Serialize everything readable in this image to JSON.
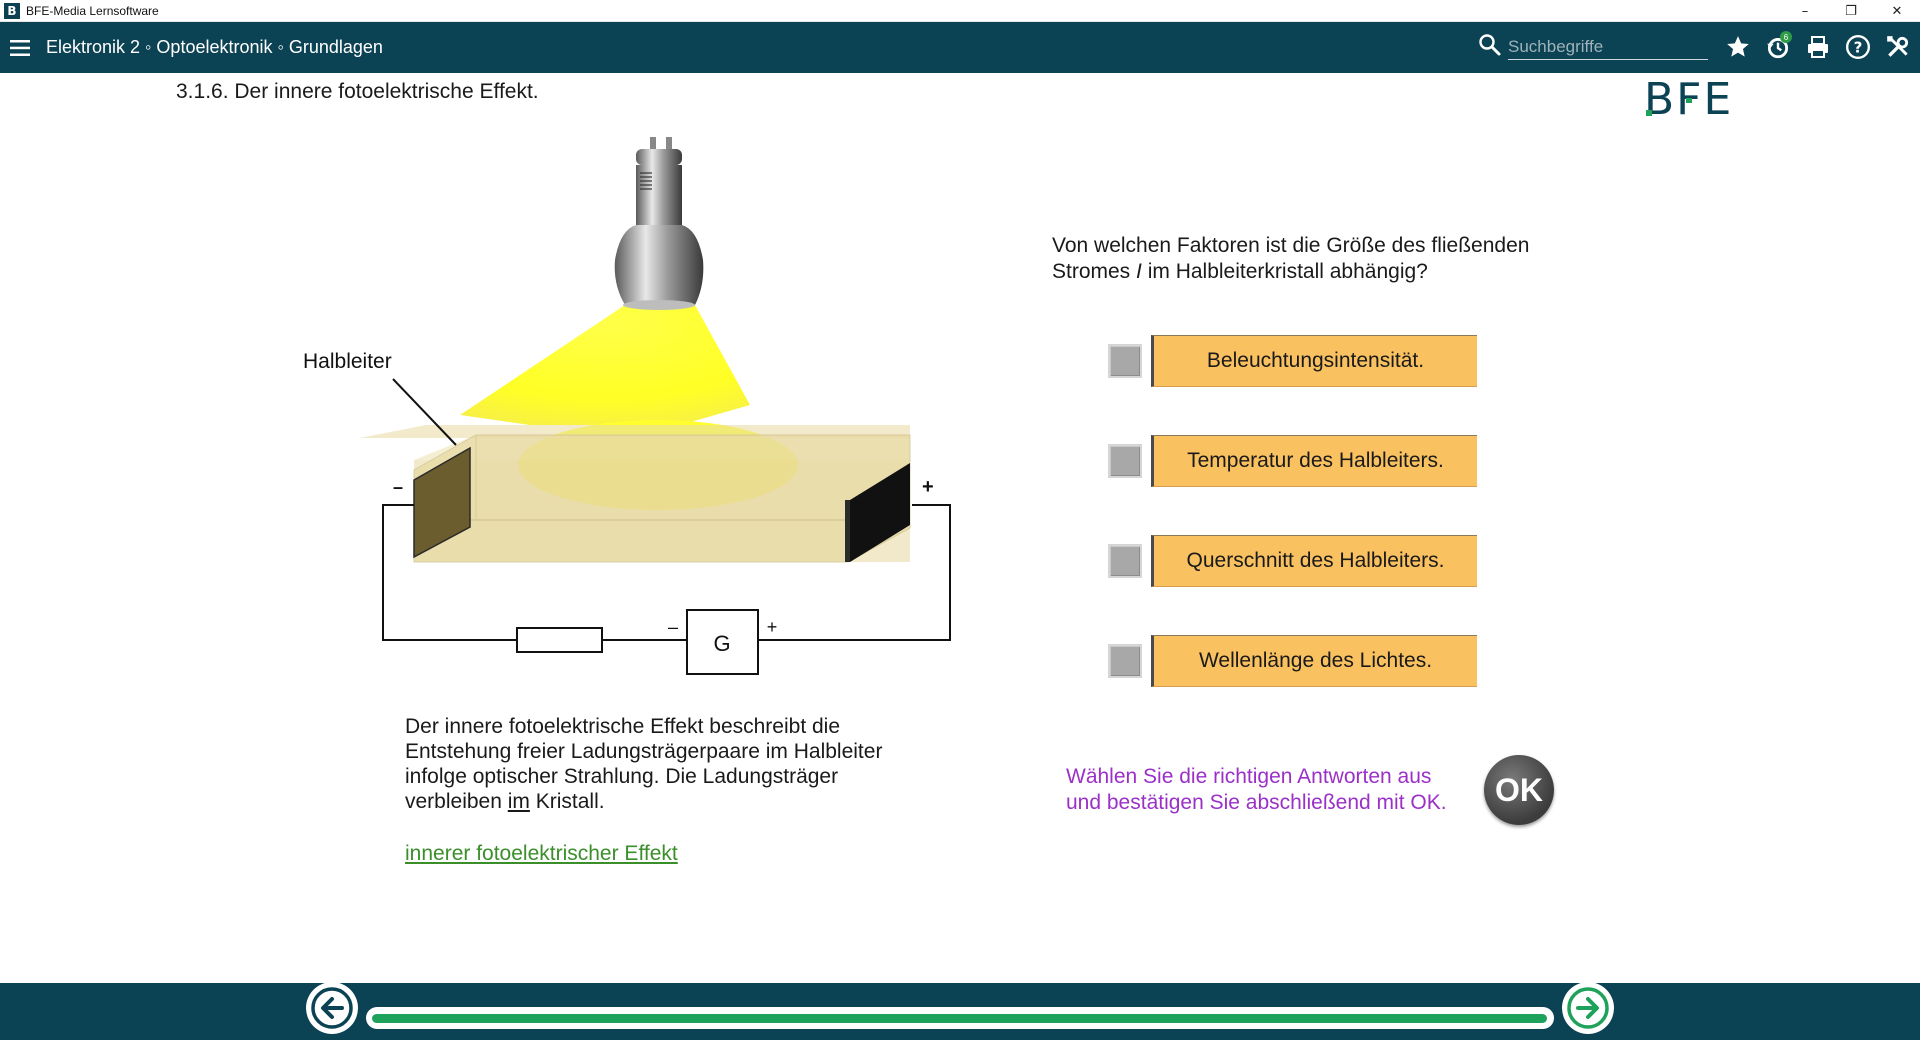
{
  "window": {
    "title": "BFE-Media Lernsoftware",
    "icon": "B",
    "minimize": "–",
    "restore": "❐",
    "close": "✕"
  },
  "header": {
    "breadcrumb": "Elektronik 2 ◦ Optoelektronik ◦ Grundlagen",
    "search": {
      "placeholder": "Suchbegriffe",
      "value": ""
    },
    "update_badge": "6"
  },
  "page": {
    "title": "3.1.6. Der innere fotoelektrische Effekt.",
    "logo_text": "BFE"
  },
  "diagram": {
    "label_semiconductor": "Halbleiter",
    "minus_left": "–",
    "plus_right": "+",
    "generator_label": "G",
    "gen_minus": "–",
    "gen_plus": "+"
  },
  "description": {
    "line1": "Der innere fotoelektrische Effekt beschreibt die",
    "line2": "Entstehung freier Ladungsträgerpaare im Halbleiter",
    "line3": "infolge optischer Strahlung. Die Ladungsträger",
    "line4_pre": "verbleiben ",
    "line4_u": "im",
    "line4_post": " Kristall.",
    "link": "innerer fotoelektrischer Effekt"
  },
  "question": {
    "line1": "Von welchen Faktoren ist die Größe des fließenden",
    "line2_pre": "Stromes ",
    "line2_var": "I",
    "line2_post": " im Halbleiterkristall abhängig?"
  },
  "answers": [
    {
      "label": "Beleuchtungsintensität.",
      "checked": false
    },
    {
      "label": "Temperatur des Halbleiters.",
      "checked": false
    },
    {
      "label": "Querschnitt des Halbleiters.",
      "checked": false
    },
    {
      "label": "Wellenlänge des Lichtes.",
      "checked": false
    }
  ],
  "instruction": {
    "line1": "Wählen Sie die richtigen Antworten aus",
    "line2": "und bestätigen Sie abschließend mit OK."
  },
  "ok_label": "OK",
  "progress": {
    "fraction": 0.999
  },
  "colors": {
    "bar": "#0b4254",
    "answer_bg": "#f9c160",
    "instruction": "#9b30c8",
    "link": "#3a8f2a",
    "progress": "#1ea15a",
    "light": "#ffff1a"
  }
}
